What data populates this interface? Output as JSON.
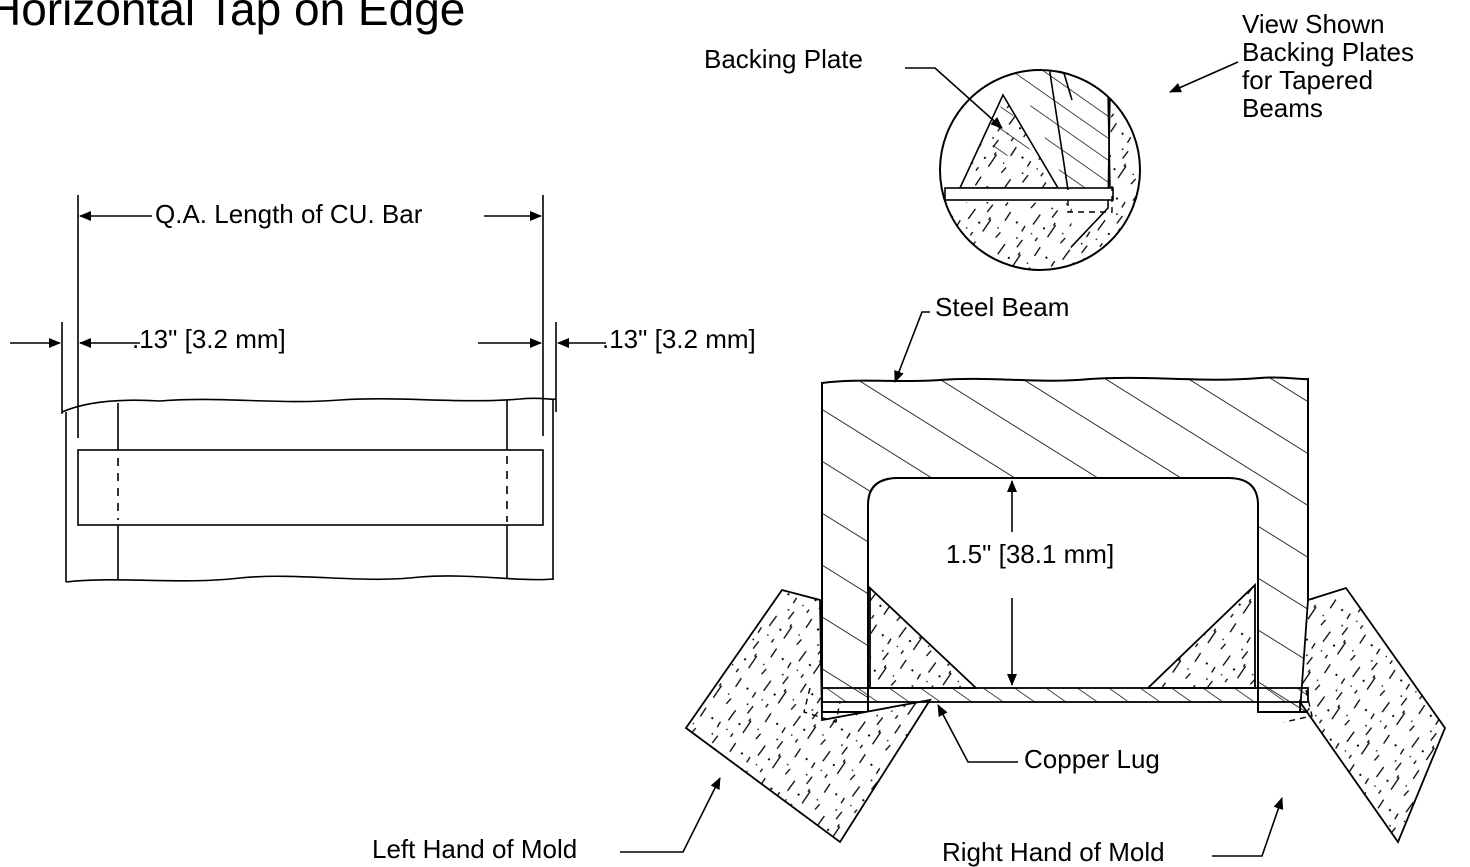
{
  "title": "Horizontal Tap on Edge",
  "labels": {
    "backing_plate": "Backing Plate",
    "view_shown": [
      "View Shown",
      "Backing Plates",
      "for Tapered",
      "Beams"
    ],
    "qa_length": "Q.A. Length of CU. Bar",
    "gap_left": ".13\" [3.2 mm]",
    "gap_right": ".13\" [3.2 mm]",
    "steel_beam": "Steel Beam",
    "dimension_height": "1.5\" [38.1 mm]",
    "copper_lug": "Copper Lug",
    "left_mold": "Left Hand of Mold",
    "right_mold": "Right Hand of Mold"
  },
  "colors": {
    "ink": "#000000",
    "paper": "#ffffff"
  }
}
